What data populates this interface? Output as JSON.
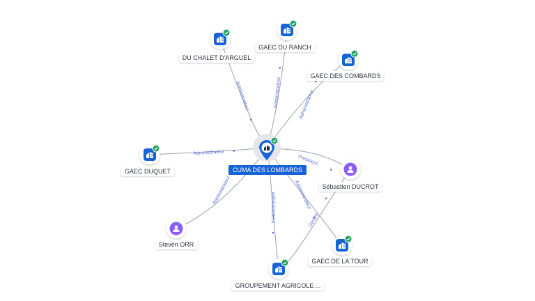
{
  "colors": {
    "company": "#1563d6",
    "person": "#8b5cf6",
    "check": "#1ea362",
    "edge": "#9aa0ab",
    "edge_label": "#5b6ed6"
  },
  "center": {
    "label": "CUMA DES LOMBARDS",
    "icon": "building-icon"
  },
  "nodes": [
    {
      "id": "chalet",
      "label": "DU CHALET D'ARGUEL",
      "type": "company",
      "icon": "building-icon"
    },
    {
      "id": "ranch",
      "label": "GAEC DU RANCH",
      "type": "company",
      "icon": "building-icon"
    },
    {
      "id": "combards",
      "label": "GAEC DES COMBARDS",
      "type": "company",
      "icon": "building-icon"
    },
    {
      "id": "duquet",
      "label": "GAEC DUQUET",
      "type": "company",
      "icon": "building-icon"
    },
    {
      "id": "ducrot",
      "label": "Sébastien DUCROT",
      "type": "person",
      "icon": "person-icon"
    },
    {
      "id": "orr",
      "label": "Steven ORR",
      "type": "person",
      "icon": "person-icon"
    },
    {
      "id": "tour",
      "label": "GAEC DE LA TOUR",
      "type": "company",
      "icon": "building-icon"
    },
    {
      "id": "groupement",
      "label": "GROUPEMENT AGRICOLE ...",
      "type": "company",
      "icon": "building-icon"
    }
  ],
  "edges": [
    {
      "from": "chalet",
      "to": "center",
      "label": "Administrateur"
    },
    {
      "from": "ranch",
      "to": "center",
      "label": "Administrateur"
    },
    {
      "from": "combards",
      "to": "center",
      "label": "Administrateur"
    },
    {
      "from": "duquet",
      "to": "center",
      "label": "Administrateur"
    },
    {
      "from": "ducrot",
      "to": "center",
      "label": "Président"
    },
    {
      "from": "orr",
      "to": "center",
      "label": "Administrateur"
    },
    {
      "from": "tour",
      "to": "center",
      "label": "Administrateur"
    },
    {
      "from": "groupement",
      "to": "center",
      "label": "Administrateur"
    },
    {
      "from": "ducrot",
      "to": "groupement",
      "label": "Gérant"
    }
  ]
}
